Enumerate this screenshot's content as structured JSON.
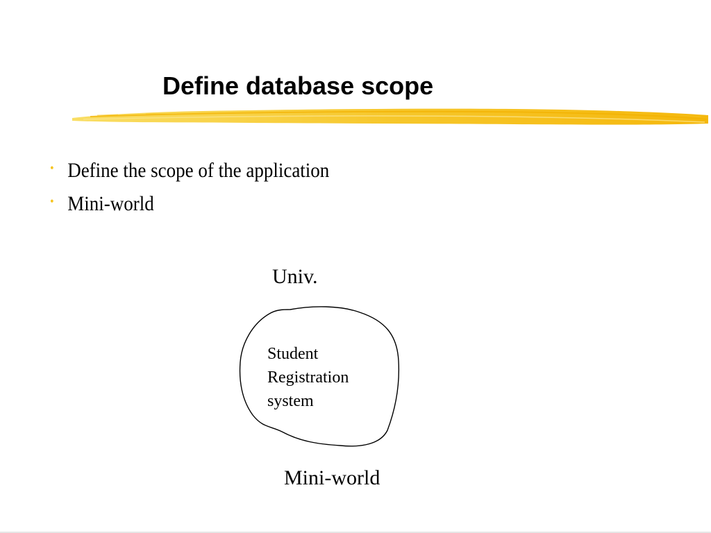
{
  "slide": {
    "title": "Define database scope",
    "accent_color": "#f6c420",
    "bullet_color": "#f6c420",
    "bullets": [
      "Define the scope of the application",
      "Mini-world"
    ],
    "diagram": {
      "outer_label": "Univ.",
      "inner_lines": [
        "Student",
        "Registration",
        "system"
      ],
      "caption": "Mini-world"
    }
  }
}
